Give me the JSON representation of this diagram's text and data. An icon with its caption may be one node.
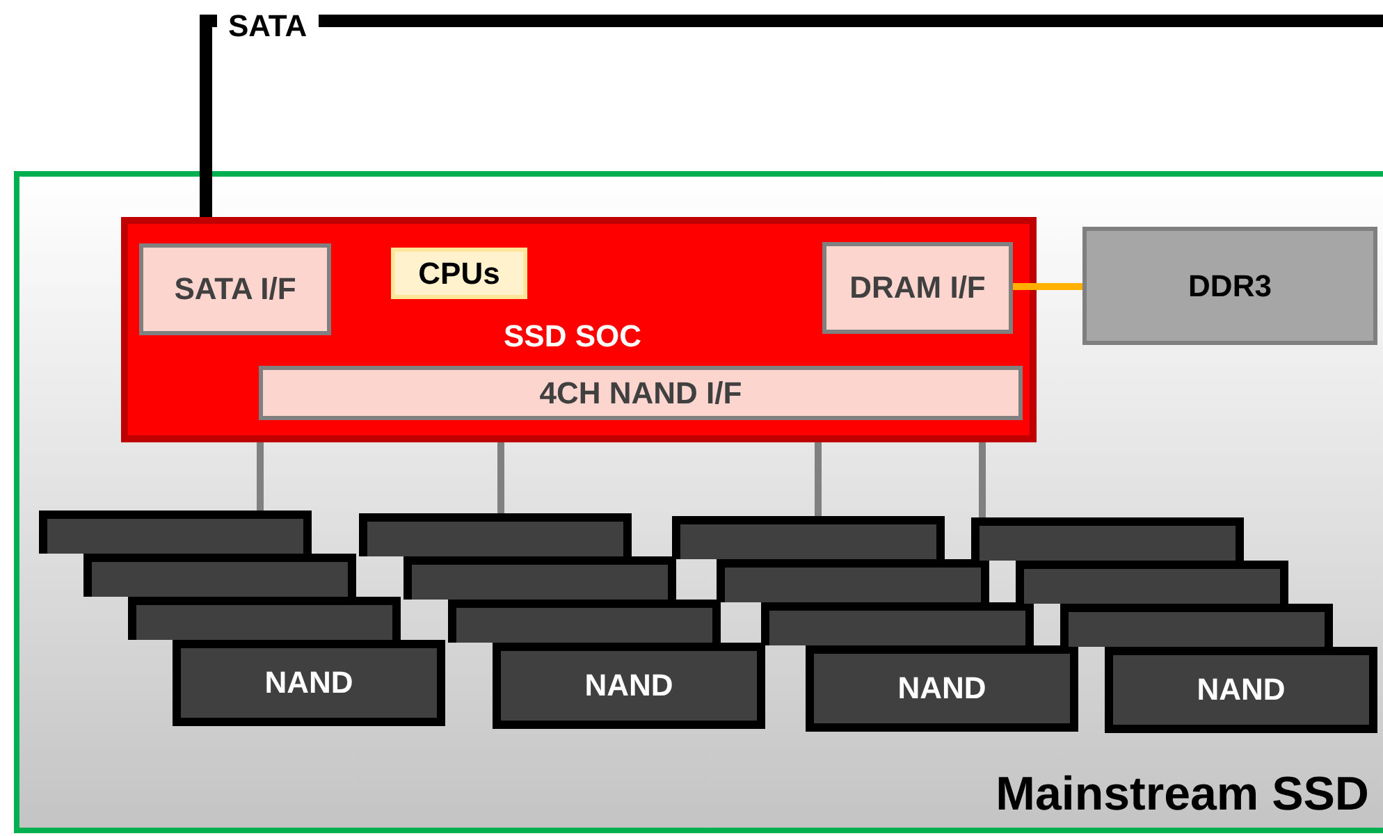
{
  "diagram": {
    "nodes": [
      {
        "text": [
          "Mainstream SSD"
        ]
      },
      {
        "text": [
          "SSD SOC"
        ],
        "in": 0
      },
      {
        "text": [
          "SATA I/F"
        ],
        "in": 1
      },
      {
        "text": [
          "CPUs"
        ],
        "in": 1
      },
      {
        "text": [
          "DRAM I/F"
        ],
        "in": 1
      },
      {
        "text": [
          "4CH NAND I/F"
        ],
        "in": 1
      },
      {
        "text": [
          "DDR3"
        ],
        "in": 0
      },
      {
        "text": [],
        "shape": "box",
        "in": 0
      },
      {
        "text": [],
        "shape": "box",
        "in": 0
      },
      {
        "text": [],
        "shape": "box",
        "in": 0
      },
      {
        "text": [
          "NAND"
        ],
        "in": 0
      },
      {
        "text": [],
        "shape": "box",
        "in": 0
      },
      {
        "text": [],
        "shape": "box",
        "in": 0
      },
      {
        "text": [],
        "shape": "box",
        "in": 0
      },
      {
        "text": [
          "NAND"
        ],
        "in": 0
      },
      {
        "text": [],
        "shape": "box",
        "in": 0
      },
      {
        "text": [],
        "shape": "box",
        "in": 0
      },
      {
        "text": [],
        "shape": "box",
        "in": 0
      },
      {
        "text": [
          "NAND"
        ],
        "in": 0
      },
      {
        "text": [],
        "shape": "box",
        "in": 0
      },
      {
        "text": [],
        "shape": "box",
        "in": 0
      },
      {
        "text": [],
        "shape": "box",
        "in": 0
      },
      {
        "text": [
          "NAND"
        ],
        "in": 0
      }
    ],
    "edges": [
      {
        "from": 1,
        "to": null,
        "arrow": "none",
        "label": "SATA",
        "style": "thick",
        "color": "#000000"
      },
      {
        "from": 4,
        "to": 6,
        "arrow": "none",
        "color": "#ffb000"
      },
      {
        "from": 1,
        "to": 7,
        "arrow": "none"
      },
      {
        "from": 1,
        "to": 11,
        "arrow": "none"
      },
      {
        "from": 1,
        "to": 15,
        "arrow": "none"
      },
      {
        "from": 1,
        "to": 19,
        "arrow": "none"
      }
    ]
  }
}
